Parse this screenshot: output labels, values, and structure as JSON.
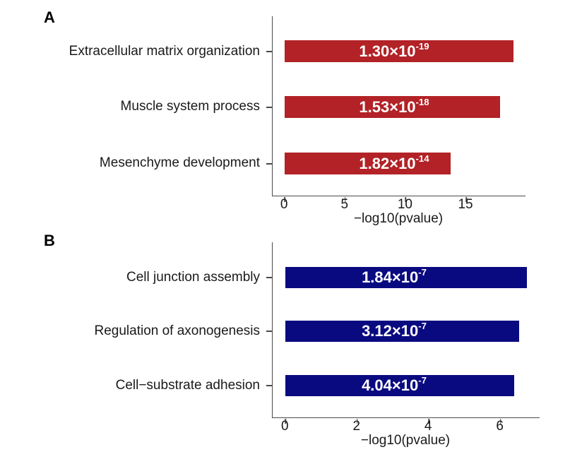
{
  "figure_title": "",
  "chart_data": [
    {
      "type": "bar",
      "orientation": "horizontal",
      "panel": "A",
      "xlabel": "−log10(pvalue)",
      "ylabel": "",
      "bar_color": "#B22226",
      "value_label_color": "#FFFFFF",
      "xlim": [
        -1.0,
        19.9
      ],
      "xticks": [
        0,
        5,
        10,
        15
      ],
      "grid": false,
      "legend": false,
      "bars": [
        {
          "category": "Extracellular matrix organization",
          "neg_log10_pvalue": 18.89,
          "pvalue_label_base": "1.30×10",
          "pvalue_label_exp": "-19"
        },
        {
          "category": "Muscle system process",
          "neg_log10_pvalue": 17.82,
          "pvalue_label_base": "1.53×10",
          "pvalue_label_exp": "-18"
        },
        {
          "category": "Mesenchyme development",
          "neg_log10_pvalue": 13.74,
          "pvalue_label_base": "1.82×10",
          "pvalue_label_exp": "-14"
        }
      ]
    },
    {
      "type": "bar",
      "orientation": "horizontal",
      "panel": "B",
      "xlabel": "−log10(pvalue)",
      "ylabel": "",
      "bar_color": "#0A0A80",
      "value_label_color": "#FFFFFF",
      "xlim": [
        -0.36,
        7.09
      ],
      "xticks": [
        0,
        2,
        4,
        6
      ],
      "grid": false,
      "legend": false,
      "bars": [
        {
          "category": "Cell junction assembly",
          "neg_log10_pvalue": 6.74,
          "pvalue_label_base": "1.84×10",
          "pvalue_label_exp": "-7"
        },
        {
          "category": "Regulation of axonogenesis",
          "neg_log10_pvalue": 6.51,
          "pvalue_label_base": "3.12×10",
          "pvalue_label_exp": "-7"
        },
        {
          "category": "Cell−substrate adhesion",
          "neg_log10_pvalue": 6.39,
          "pvalue_label_base": "4.04×10",
          "pvalue_label_exp": "-7"
        }
      ]
    }
  ]
}
